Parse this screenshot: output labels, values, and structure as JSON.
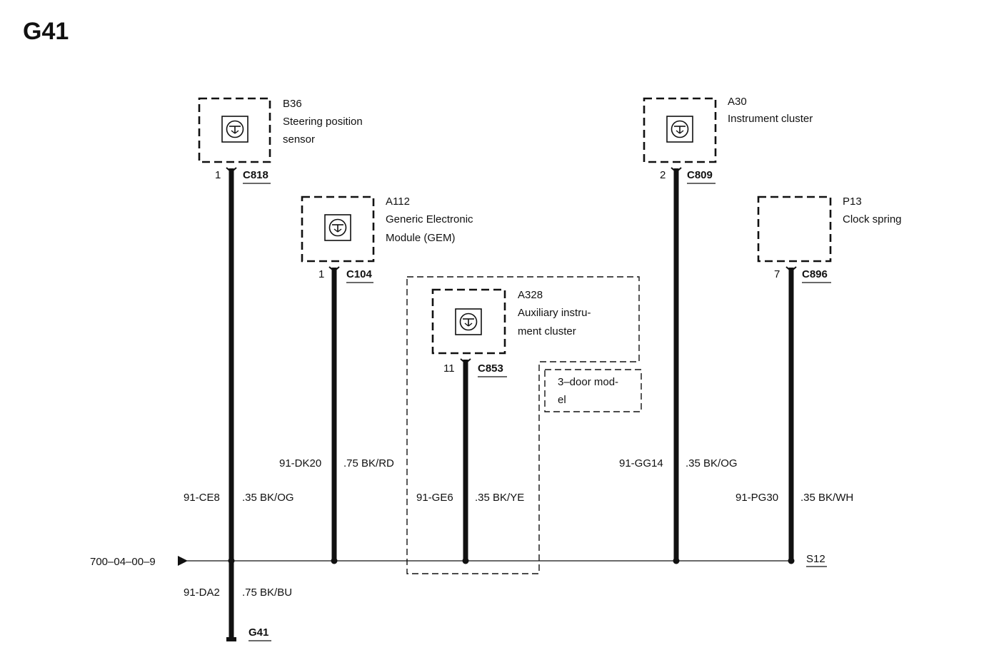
{
  "title": "G41",
  "components": {
    "b36": {
      "id": "B36",
      "name_line1": "Steering position",
      "name_line2": "sensor",
      "pin": "1",
      "connector": "C818"
    },
    "a112": {
      "id": "A112",
      "name_line1": "Generic Electronic",
      "name_line2": "Module (GEM)",
      "pin": "1",
      "connector": "C104"
    },
    "a328": {
      "id": "A328",
      "name_line1": "Auxiliary instru-",
      "name_line2": "ment cluster",
      "pin": "11",
      "connector": "C853"
    },
    "a30": {
      "id": "A30",
      "name_line1": "Instrument cluster",
      "pin": "2",
      "connector": "C809"
    },
    "p13": {
      "id": "P13",
      "name_line1": "Clock spring",
      "pin": "7",
      "connector": "C896"
    }
  },
  "variant_note": {
    "line1": "3–door mod-",
    "line2": "el"
  },
  "wires": {
    "b36": {
      "code": "91-CE8",
      "spec": ".35 BK/OG"
    },
    "a112": {
      "code": "91-DK20",
      "spec": ".75 BK/RD"
    },
    "a328": {
      "code": "91-GE6",
      "spec": ".35 BK/YE"
    },
    "a30": {
      "code": "91-GG14",
      "spec": ".35 BK/OG"
    },
    "p13": {
      "code": "91-PG30",
      "spec": ".35 BK/WH"
    },
    "ground": {
      "code": "91-DA2",
      "spec": ".75 BK/BU"
    }
  },
  "bus": {
    "reference": "700–04–00–9",
    "splice": "S12"
  },
  "ground_point": "G41",
  "icons": [
    "transistor-symbol-icon",
    "arrow-right-icon",
    "splice-dot-icon",
    "ground-icon"
  ]
}
